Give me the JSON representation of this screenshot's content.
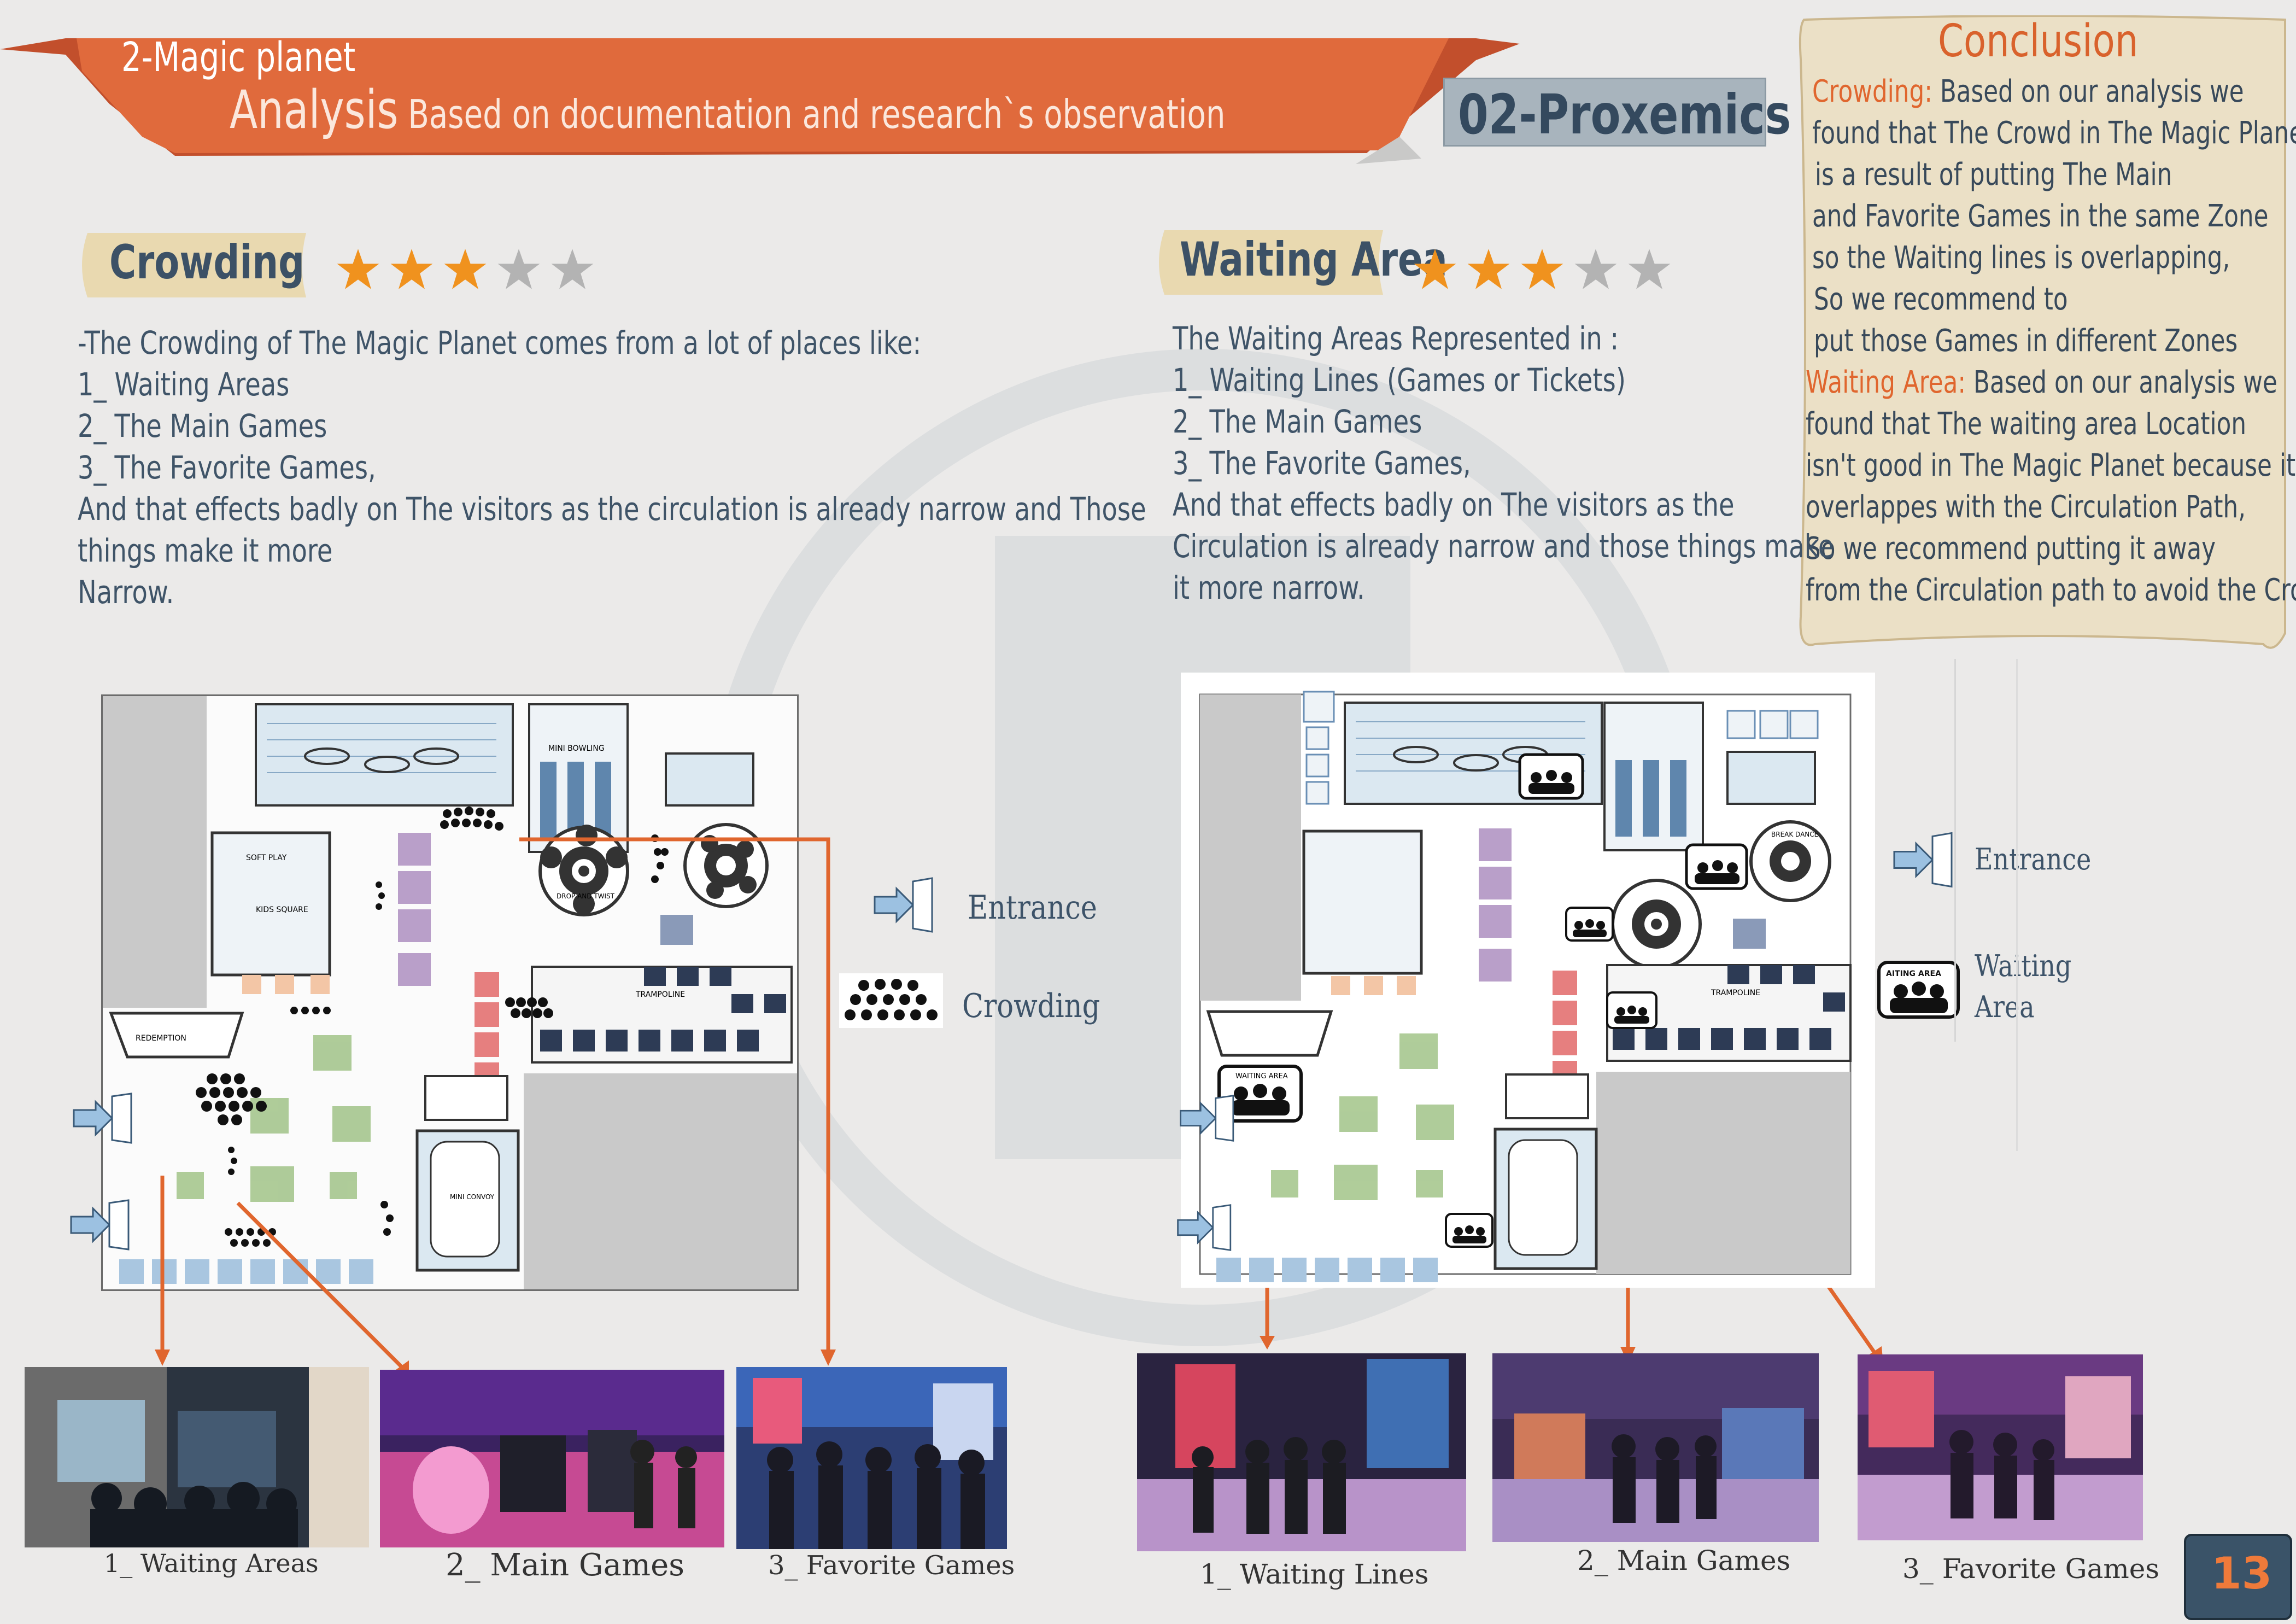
{
  "header": {
    "title_line1": "2-Magic planet",
    "title_main": "Analysis",
    "title_sub": " Based on documentation and research`s observation",
    "badge": "02-Proxemics"
  },
  "conclusion": {
    "title": "Conclusion",
    "crowding_label": "Crowding:",
    "lines": [
      " Based on our analysis we",
      "found that The Crowd in The Magic Planet",
      " is a result of putting The Main",
      "and Favorite Games in the same Zone",
      " so the Waiting lines is overlapping,",
      " So we recommend to",
      " put those Games in different Zones",
      " Based on our analysis we",
      "found that The waiting area Location",
      "isn't good in The Magic Planet because it",
      "overlappes with the Circulation Path,",
      "So we recommend putting it away",
      "from the Circulation path to avoid the Crowd"
    ],
    "waiting_label": "Waiting Area:"
  },
  "crowding": {
    "label": "Crowding",
    "rating": 3,
    "rating_max": 5,
    "lines": [
      "-The Crowding of The Magic Planet comes from a lot of places like:",
      "1_ Waiting Areas",
      "2_ The Main Games",
      "3_ The Favorite Games,",
      "And that effects badly on The visitors as the circulation is already narrow and Those",
      "things make it more",
      " Narrow."
    ],
    "legend_entrance": "Entrance",
    "legend_crowding": "Crowding",
    "captions": [
      "1_ Waiting Areas",
      "2_ Main Games",
      "3_ Favorite Games"
    ]
  },
  "waiting": {
    "label": "Waiting Area",
    "rating": 3,
    "rating_max": 5,
    "lines": [
      "The Waiting Areas Represented in :",
      "1_ Waiting Lines (Games or Tickets)",
      "2_ The Main Games",
      "3_ The Favorite Games,",
      "And that effects badly on The visitors as the",
      "Circulation is already narrow and those things make",
      "it more narrow."
    ],
    "legend_entrance": "Entrance",
    "legend_waiting_1": "Waiting",
    "legend_waiting_2": "Area",
    "legend_icon_text": "AITING AREA",
    "captions": [
      "1_ Waiting Lines",
      "2_ Main Games",
      "3_ Favorite Games"
    ]
  },
  "plan_labels": {
    "drop_twist": "DROP AND TWIST",
    "trampoline": "TRAMPOLINE",
    "redemption": "REDEMPTION",
    "soft_play": "SOFT PLAY",
    "kids_square": "KIDS SQUARE",
    "mini_bowling": "MINI BOWLING",
    "mini_convoy": "MINI CONVOY",
    "waiting_area": "WAITING AREA",
    "break_dance": "BREAK DANCE"
  },
  "page_number": "13",
  "colors": {
    "accent": "#e0662e",
    "banner": "#e06a3c",
    "navy": "#3a5368",
    "star_on": "#f0921e",
    "star_off": "#b3b3b3"
  }
}
